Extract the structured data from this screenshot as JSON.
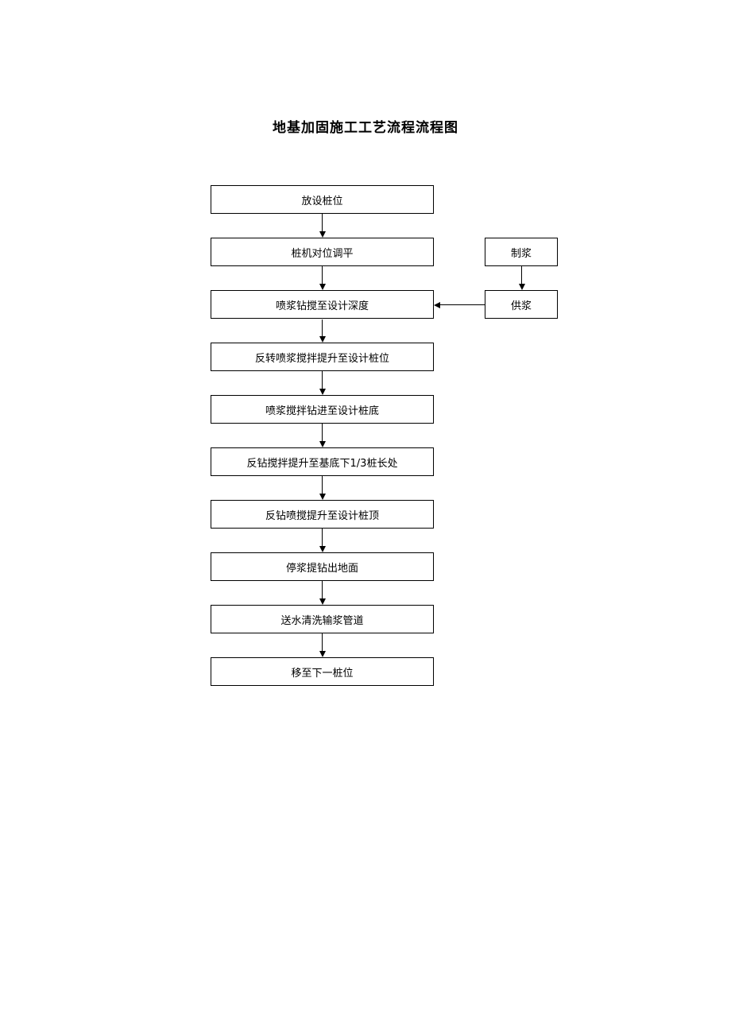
{
  "title": "地基加固施工工艺流程流程图",
  "flow": {
    "main_steps": [
      {
        "label": "放设桩位"
      },
      {
        "label": "桩机对位调平"
      },
      {
        "label": "喷浆钻搅至设计深度"
      },
      {
        "label": "反转喷浆搅拌提升至设计桩位"
      },
      {
        "label": "喷浆搅拌钻进至设计桩底"
      },
      {
        "label": "反钻搅拌提升至基底下1/3桩长处"
      },
      {
        "label": "反钻喷搅提升至设计桩顶"
      },
      {
        "label": "停浆提钻出地面"
      },
      {
        "label": "送水清洗输浆管道"
      },
      {
        "label": "移至下一桩位"
      }
    ],
    "side_steps": [
      {
        "label": "制浆"
      },
      {
        "label": "供浆"
      }
    ]
  }
}
